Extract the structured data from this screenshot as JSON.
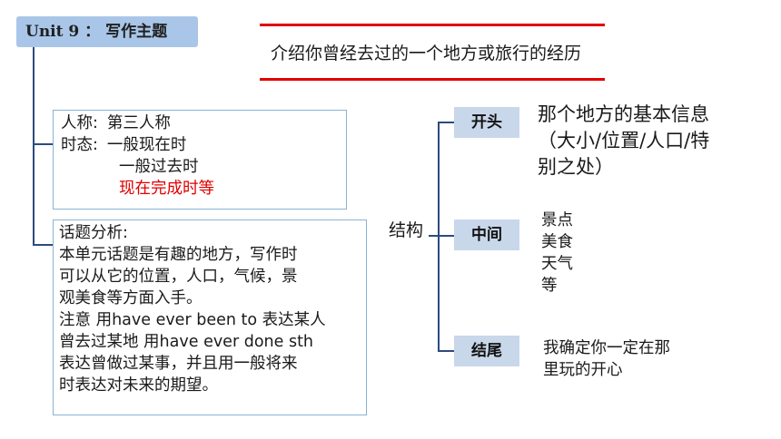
{
  "header": {
    "unit_title": "Unit 9 ： 写作主题",
    "topic": "介绍你曾经去过的一个地方或旅行的经历"
  },
  "person_tense": {
    "person_label": "人称:",
    "person_value": "第三人称",
    "tense_label": "时态:",
    "tense_values": [
      "一般现在时",
      "一般过去时",
      "现在完成时等"
    ]
  },
  "analysis": {
    "lines": [
      "话题分析:",
      "本单元话题是有趣的地方，写作时",
      "可以从它的位置，人口，气候，景",
      "观美食等方面入手。",
      "注意 用have ever been to 表达某人",
      "曾去过某地 用have ever done sth",
      "表达曾做过某事，并且用一般将来",
      "时表达对未来的期望。"
    ]
  },
  "structure": {
    "label": "结构",
    "beginning": {
      "label": "开头",
      "lines": [
        "那个地方的基本信息",
        "（大小/位置/人口/特",
        "别之处）"
      ]
    },
    "middle": {
      "label": "中间",
      "lines": [
        "景点",
        "美食",
        "天气",
        "等"
      ]
    },
    "ending": {
      "label": "结尾",
      "lines": [
        "我确定你一定在那",
        "里玩的开心"
      ]
    }
  },
  "colors": {
    "accent_red": "#e00000",
    "unit_box": "#a9c6e8",
    "node_fill": "#c9d7ea",
    "connector": "#2c4a7e",
    "box_border": "#8ab3d4"
  }
}
